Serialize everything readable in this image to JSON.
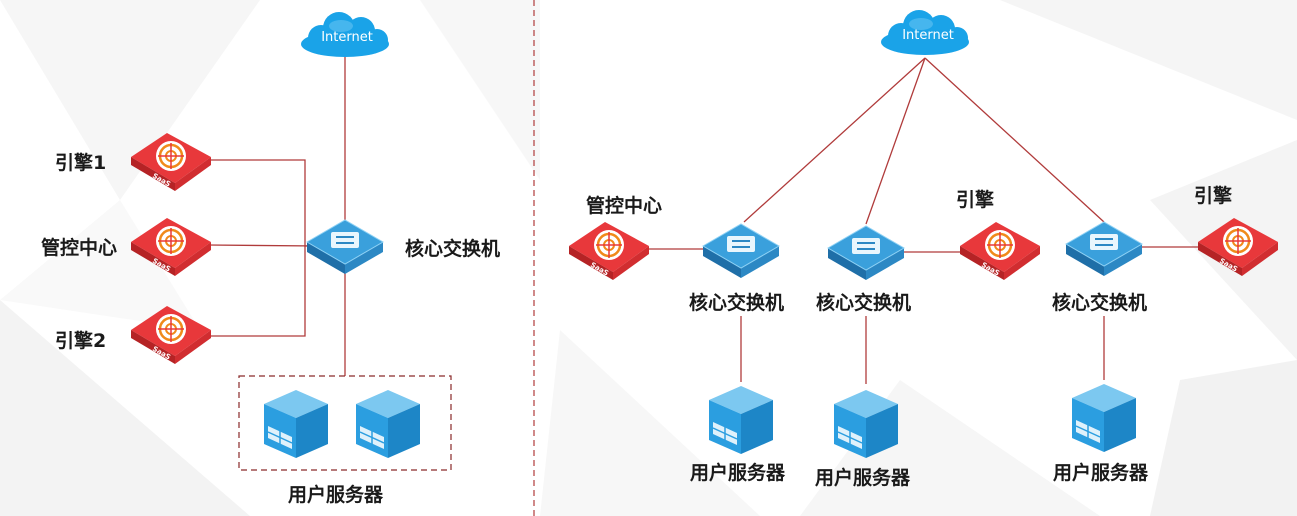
{
  "left_topology": {
    "internet": "Internet",
    "engine_1": "引擎1",
    "control_center": "管控中心",
    "engine_2": "引擎2",
    "core_switch": "核心交换机",
    "user_servers": "用户服务器",
    "saas_badges": [
      "SaaS",
      "SaaS",
      "SaaS"
    ]
  },
  "right_topology": {
    "internet": "Internet",
    "control_center": "管控中心",
    "engine_a": "引擎",
    "engine_b": "引擎",
    "core_switch_1": "核心交换机",
    "core_switch_2": "核心交换机",
    "core_switch_3": "核心交换机",
    "user_server_1": "用户服务器",
    "user_server_2": "用户服务器",
    "user_server_3": "用户服务器",
    "saas_badges": [
      "SaaS",
      "SaaS",
      "SaaS"
    ]
  },
  "colors": {
    "link": "#b03b3b",
    "divider": "#b03b3b",
    "cloud": "#1aa3e8",
    "switch": "#3aa0dc",
    "appliance": "#e8383b",
    "server": "#2b9ee0"
  },
  "icons": [
    "cloud-icon",
    "switch-icon",
    "security-appliance-icon",
    "server-icon"
  ]
}
